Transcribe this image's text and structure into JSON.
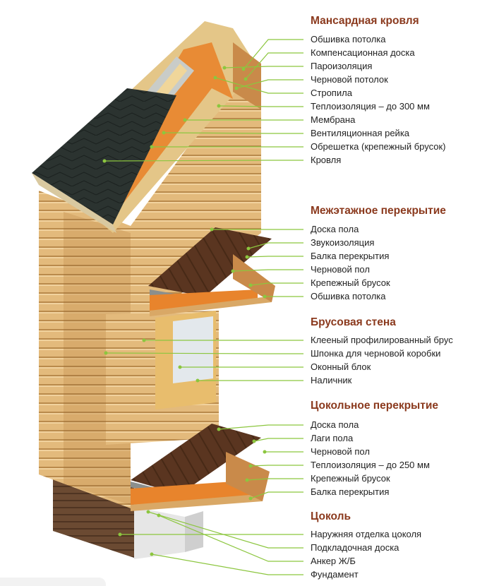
{
  "colors": {
    "title": "#8b3a1e",
    "label": "#222222",
    "leader": "#8cc63f",
    "wood_light": "#e9c487",
    "wood_mid": "#d9a866",
    "wood_dark": "#b98a4c",
    "insulation": "#e8842c",
    "roof": "#2b3330",
    "floor": "#5a3520",
    "plinth": "#6b4a32",
    "foundation": "#e6e6e6",
    "glass": "#e3e8ec"
  },
  "sections": [
    {
      "title": "Мансардная кровля",
      "items": [
        "Обшивка потолка",
        "Компенсационная доска",
        "Пароизоляция",
        "Черновой потолок",
        "Стропила",
        "Теплоизоляция – до 300 мм",
        "Мембрана",
        "Вентиляционная рейка",
        "Обрешетка (крепежный брусок)",
        "Кровля"
      ]
    },
    {
      "title": "Межэтажное перекрытие",
      "items": [
        "Доска пола",
        "Звукоизоляция",
        "Балка перекрытия",
        "Черновой пол",
        "Крепежный брусок",
        "Обшивка потолка"
      ]
    },
    {
      "title": "Брусовая стена",
      "items": [
        "Клееный профилированный брус",
        "Шпонка для черновой коробки",
        "Оконный блок",
        "Наличник"
      ]
    },
    {
      "title": "Цокольное перекрытие",
      "items": [
        "Доска пола",
        "Лаги пола",
        "Черновой пол",
        "Теплоизоляция – до 250 мм",
        "Крепежный брусок",
        "Балка перекрытия"
      ]
    },
    {
      "title": "Цоколь",
      "items": [
        "Наружняя отделка цоколя",
        "Подкладочная доска",
        "Анкер Ж/Б",
        "Фундамент"
      ]
    }
  ]
}
